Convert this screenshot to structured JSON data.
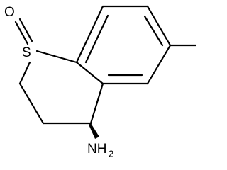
{
  "atoms": {
    "oxygen": "O",
    "sulfur": "S",
    "amine_main": "NH",
    "amine_sub": "2"
  }
}
